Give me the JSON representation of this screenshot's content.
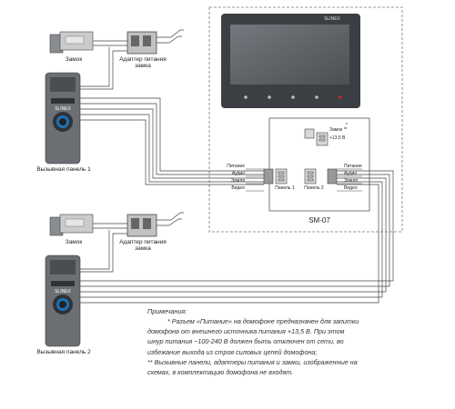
{
  "lock_1": {
    "label": "Замок"
  },
  "lock_adapter_1": {
    "label": "Адаптер питания замка"
  },
  "call_panel_1": {
    "label": "Вызывная панель 1",
    "brand": "SLINEX"
  },
  "lock_2": {
    "label": "Замок"
  },
  "lock_adapter_2": {
    "label": "Адаптер питания замка"
  },
  "call_panel_2": {
    "label": "Вызывная панель 2",
    "brand": "SLINEX"
  },
  "monitor": {
    "brand": "SLINEX",
    "model": "SM-07"
  },
  "terminals": {
    "left": [
      "Питание",
      "Аудио",
      "Земля",
      "Видео"
    ],
    "right": [
      "Питание",
      "Аудио",
      "Земля",
      "Видео"
    ],
    "panel1_label": "Панель 1",
    "panel2_label": "Панель 2",
    "lock_label": "Замок **",
    "power_label": "+13,5 В",
    "power_marker": "*"
  },
  "notes": {
    "title": "Примечания:",
    "lines": [
      "* Разъем «Питание» на домофоне предназначен для запитки",
      "домофона от внешнего источника питания +13,5 В. При этом",
      "шнур питания ~100-240 В должен быть отключен от сети, во",
      "избежание выхода из строя силовых цепей домофона;",
      "** Вызывные панели, адаптеры питания и замки, изображенные на",
      "схемах, в комплектацию домофона не входят."
    ]
  },
  "colors": {
    "wire": "#444444",
    "panel": "#6b6f73",
    "panel_dark": "#3e4246",
    "accent_red": "#c62828",
    "monitor_screen": "#5c6166"
  }
}
